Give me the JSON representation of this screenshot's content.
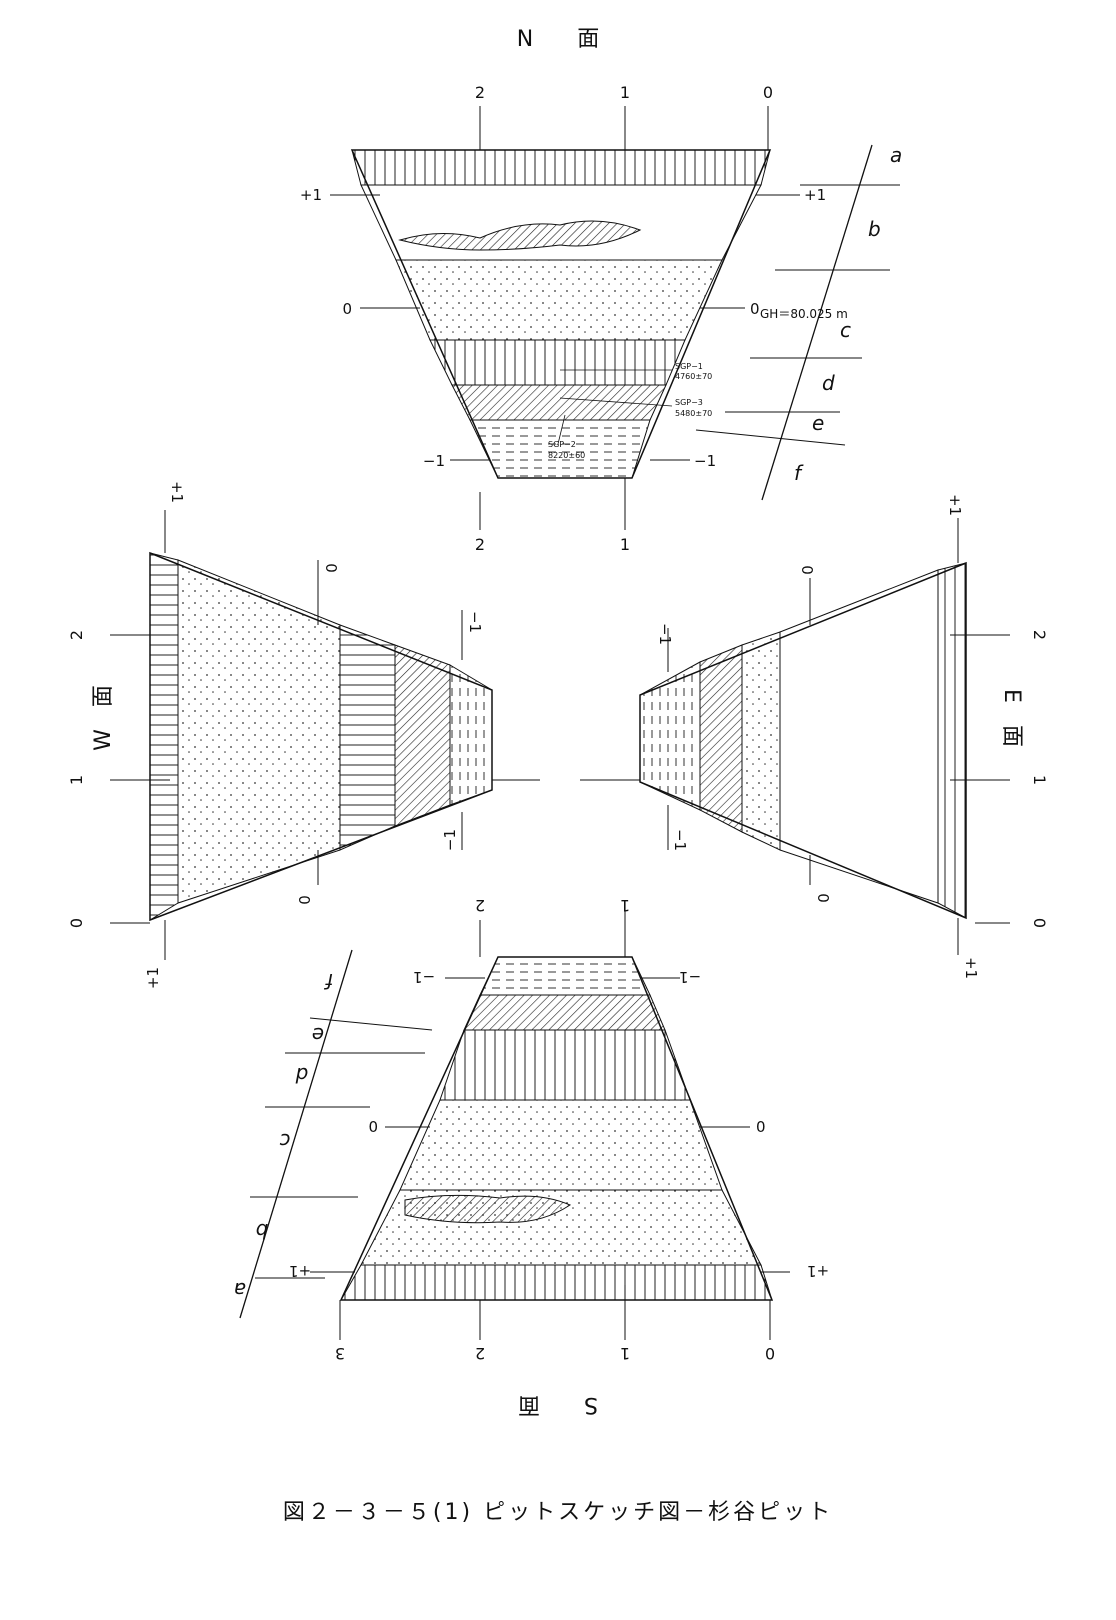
{
  "faces": {
    "north": {
      "title": "N　　面",
      "top_ticks": [
        "2",
        "1",
        "0"
      ],
      "bottom_ticks": [
        "2",
        "1"
      ],
      "level_plus1": "+1",
      "level_0": "0",
      "level_minus1": "−1",
      "gh": "GH＝80.025 m",
      "samples": [
        {
          "name": "SGP−1",
          "age": "4760±70"
        },
        {
          "name": "SGP−3",
          "age": "5480±70"
        },
        {
          "name": "SGP−2",
          "age": "8220±60"
        }
      ],
      "layers": [
        "a",
        "b",
        "c",
        "d",
        "e",
        "f"
      ]
    },
    "west": {
      "title": "W　面",
      "ticks": [
        "2",
        "1",
        "0"
      ],
      "level_plus1": "+1",
      "level_0": "0",
      "level_minus1": "−1"
    },
    "east": {
      "title": "E　面",
      "ticks": [
        "2",
        "1",
        "0"
      ],
      "level_plus1": "+1",
      "level_0": "0",
      "level_minus1": "−1"
    },
    "south": {
      "title": "S　　面",
      "top_ticks": [
        "2",
        "1"
      ],
      "bottom_ticks": [
        "3",
        "2",
        "1",
        "0"
      ],
      "level_plus1": "+1",
      "level_0": "0",
      "level_minus1": "−1",
      "layers": [
        "a",
        "b",
        "c",
        "d",
        "e",
        "f"
      ]
    }
  },
  "caption": "図２－３－５(1) ピットスケッチ図－杉谷ピット"
}
